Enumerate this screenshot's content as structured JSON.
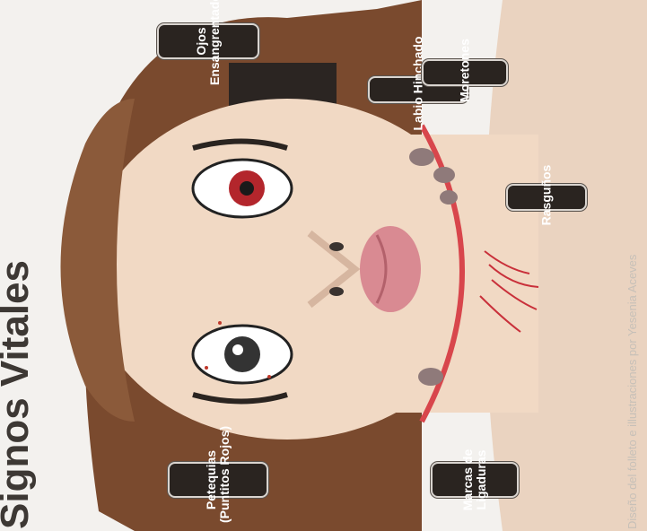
{
  "labels": {
    "ojos": "Ojos\nEnsangrentados",
    "labio": "Labio Hinchado",
    "moretones": "Moretones",
    "rasgunos": "Rasguños",
    "petequias": "Petequias\n(Puntitos Rojos)",
    "marcas": "Marcas de\nLigaduras"
  },
  "credit": "Diseño del folleto e illustraciones por  Yesenia Aceves",
  "title_fragment": "Signos Vitales",
  "colors": {
    "skin": "#f1d9c4",
    "hair": "#7a4a2e",
    "label_bg": "#2a2420",
    "bruise": "#8f7a7a",
    "ligature": "#d8464c"
  }
}
